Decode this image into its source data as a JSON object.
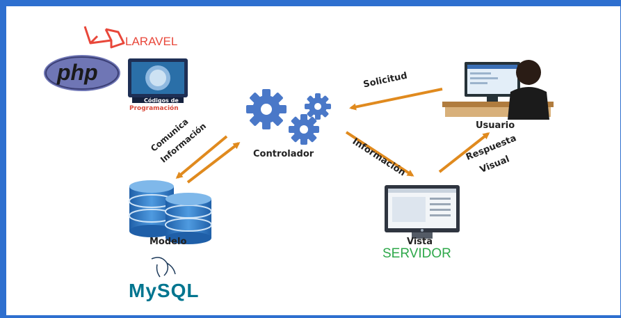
{
  "logos": {
    "laravel": "LARAVEL",
    "php": "php",
    "codigos_line1": "Códigos de",
    "codigos_line2": "Programación",
    "mysql": "MySQL"
  },
  "nodes": {
    "controlador": "Controlador",
    "usuario": "Usuario",
    "vista": "Vista",
    "servidor": "SERVIDOR",
    "modelo": "Modelo"
  },
  "edges": {
    "solicitud": "Solicitud",
    "informacion": "Información",
    "respuesta_line1": "Respuesta",
    "respuesta_line2": "Visual",
    "comunica_line1": "Comunica",
    "comunica_line2": "Información"
  },
  "colors": {
    "frame": "#2e6fcf",
    "arrow": "#e08a1e",
    "gear": "#4a78c8",
    "laravel": "#e8473a",
    "servidor": "#2ea84a",
    "mysql_blue": "#00758f",
    "mysql_orange": "#f29111"
  }
}
